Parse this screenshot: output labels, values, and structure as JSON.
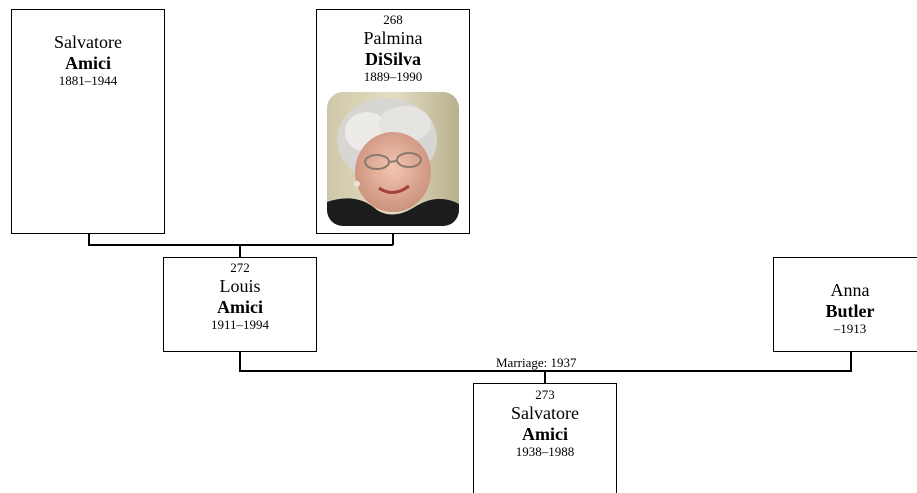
{
  "persons": {
    "salvatore_sr": {
      "id": "",
      "given": "Salvatore",
      "surname": "Amici",
      "dates": "1881–1944"
    },
    "palmina": {
      "id": "268",
      "given": "Palmina",
      "surname": "DiSilva",
      "dates": "1889–1990",
      "photo": "portrait-photo"
    },
    "louis": {
      "id": "272",
      "given": "Louis",
      "surname": "Amici",
      "dates": "1911–1994"
    },
    "anna": {
      "id": "",
      "given": "Anna",
      "surname": "Butler",
      "dates": "–1913"
    },
    "salvatore_jr": {
      "id": "273",
      "given": "Salvatore",
      "surname": "Amici",
      "dates": "1938–1988"
    }
  },
  "marriage_label": "Marriage: 1937"
}
